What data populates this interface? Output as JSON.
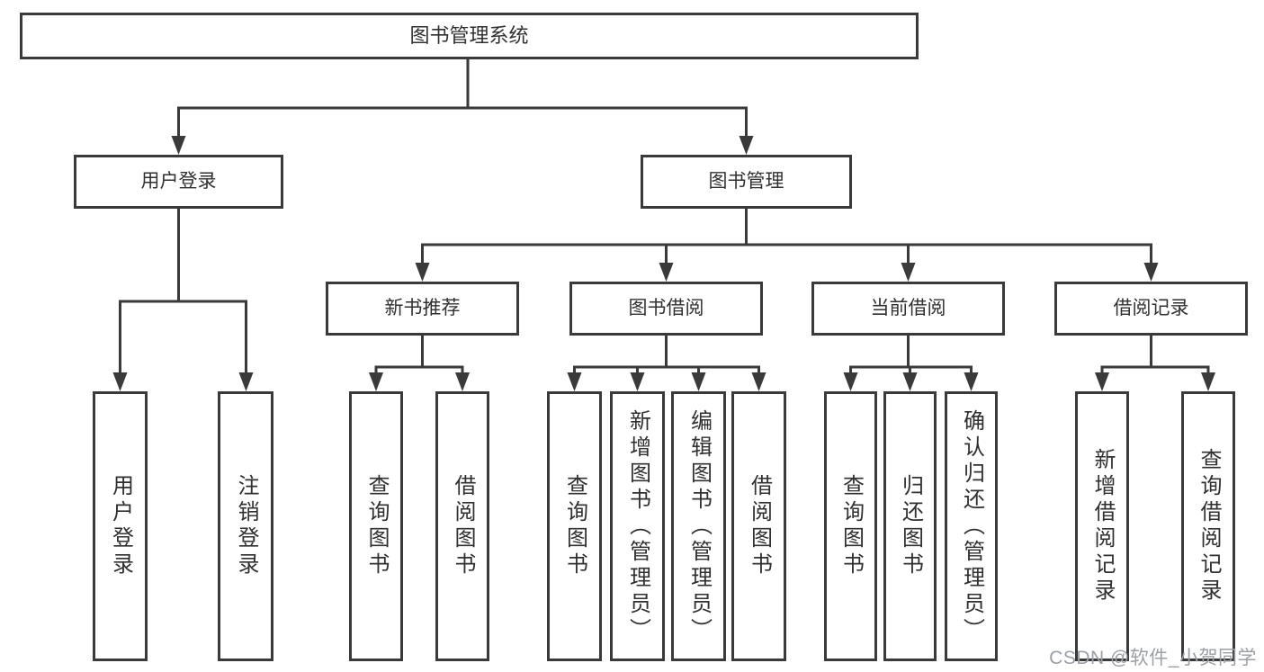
{
  "diagram": {
    "title": "图书管理系统",
    "branches": [
      {
        "label": "用户登录",
        "children": [
          {
            "label": "用户登录"
          },
          {
            "label": "注销登录"
          }
        ]
      },
      {
        "label": "图书管理",
        "children": [
          {
            "label": "新书推荐",
            "children": [
              {
                "label": "查询图书"
              },
              {
                "label": "借阅图书"
              }
            ]
          },
          {
            "label": "图书借阅",
            "children": [
              {
                "label": "查询图书"
              },
              {
                "label": "新增图书（管理员）"
              },
              {
                "label": "编辑图书（管理员）"
              },
              {
                "label": "借阅图书"
              }
            ]
          },
          {
            "label": "当前借阅",
            "children": [
              {
                "label": "查询图书"
              },
              {
                "label": "归还图书"
              },
              {
                "label": "确认归还（管理员）"
              }
            ]
          },
          {
            "label": "借阅记录",
            "children": [
              {
                "label": "新增借阅记录"
              },
              {
                "label": "查询借阅记录"
              }
            ]
          }
        ]
      }
    ]
  },
  "watermark": "CSDN @软件_小贺同学",
  "colors": {
    "line": "#3a3a3a",
    "text": "#303030",
    "watermark": "#9aa0a6",
    "background": "#ffffff"
  }
}
